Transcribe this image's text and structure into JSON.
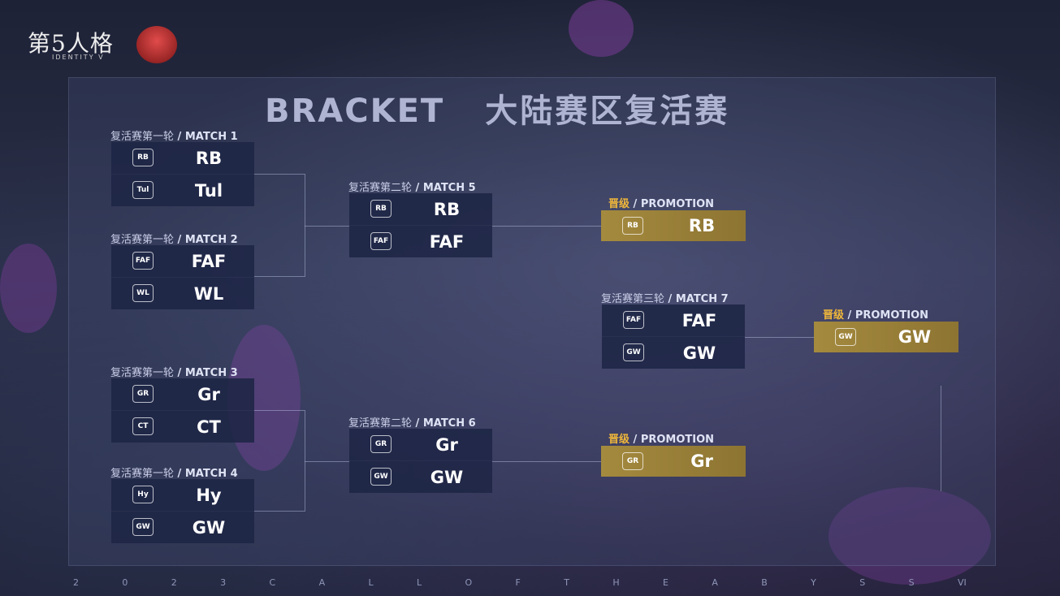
{
  "branding": {
    "logo_text": "第5人格",
    "logo_sub": "IDENTITY V"
  },
  "title": {
    "en": "BRACKET",
    "cn": "大陆赛区复活赛"
  },
  "matches": [
    {
      "cn": "复活赛第一轮",
      "en": "MATCH",
      "num": "1",
      "teams": [
        {
          "name": "RB",
          "icon": "RB"
        },
        {
          "name": "Tul",
          "icon": "Tul"
        }
      ]
    },
    {
      "cn": "复活赛第一轮",
      "en": "MATCH",
      "num": "2",
      "teams": [
        {
          "name": "FAF",
          "icon": "FAF"
        },
        {
          "name": "WL",
          "icon": "WL"
        }
      ]
    },
    {
      "cn": "复活赛第一轮",
      "en": "MATCH",
      "num": "3",
      "teams": [
        {
          "name": "Gr",
          "icon": "GR"
        },
        {
          "name": "CT",
          "icon": "CT"
        }
      ]
    },
    {
      "cn": "复活赛第一轮",
      "en": "MATCH",
      "num": "4",
      "teams": [
        {
          "name": "Hy",
          "icon": "Hy"
        },
        {
          "name": "GW",
          "icon": "GW"
        }
      ]
    },
    {
      "cn": "复活赛第二轮",
      "en": "MATCH",
      "num": "5",
      "teams": [
        {
          "name": "RB",
          "icon": "RB"
        },
        {
          "name": "FAF",
          "icon": "FAF"
        }
      ]
    },
    {
      "cn": "复活赛第二轮",
      "en": "MATCH",
      "num": "6",
      "teams": [
        {
          "name": "Gr",
          "icon": "GR"
        },
        {
          "name": "GW",
          "icon": "GW"
        }
      ]
    },
    {
      "cn": "复活赛第三轮",
      "en": "MATCH",
      "num": "7",
      "teams": [
        {
          "name": "FAF",
          "icon": "FAF"
        },
        {
          "name": "GW",
          "icon": "GW"
        }
      ]
    }
  ],
  "promotions": [
    {
      "cn": "晋级",
      "en": "PROMOTION",
      "team": "RB",
      "icon": "RB"
    },
    {
      "cn": "晋级",
      "en": "PROMOTION",
      "team": "GW",
      "icon": "GW"
    },
    {
      "cn": "晋级",
      "en": "PROMOTION",
      "team": "Gr",
      "icon": "GR"
    }
  ],
  "footer": [
    "2",
    "0",
    "2",
    "3",
    "C",
    "A",
    "L",
    "L",
    "O",
    "F",
    "T",
    "H",
    "E",
    "A",
    "B",
    "Y",
    "S",
    "S",
    "VI"
  ],
  "colors": {
    "accent_gold": "#f0b73a",
    "promo_bg": "#a48a3e",
    "box_bg": "#1e2646"
  }
}
